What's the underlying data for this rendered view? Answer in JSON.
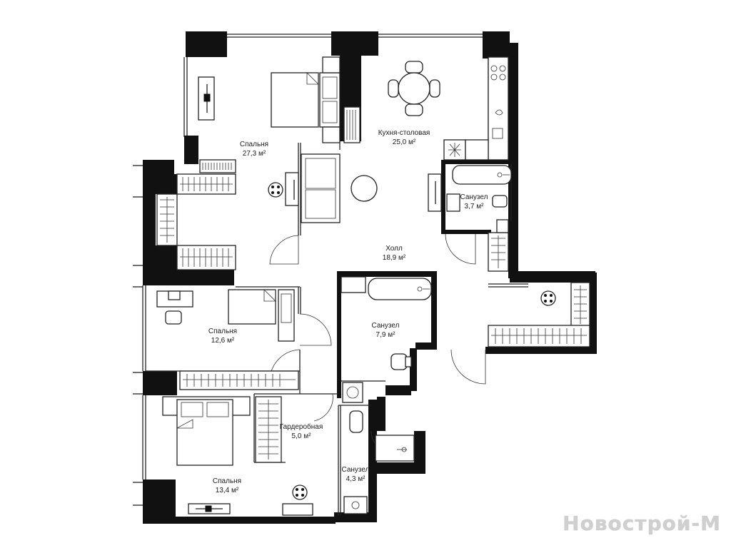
{
  "rooms": {
    "bedroom_top": {
      "name": "Спальня",
      "area": "27,3 м²"
    },
    "kitchen": {
      "name": "Кухня-столовая",
      "area": "25,0 м²"
    },
    "bath_small": {
      "name": "Санузел",
      "area": "3,7 м²"
    },
    "hall": {
      "name": "Холл",
      "area": "18,9 м²"
    },
    "bedroom_mid": {
      "name": "Спальня",
      "area": "12,6 м²"
    },
    "bath_mid": {
      "name": "Санузел",
      "area": "7,9 м²"
    },
    "wardrobe": {
      "name": "Гардеробная",
      "area": "5,0 м²"
    },
    "bedroom_bottom": {
      "name": "Спальня",
      "area": "13,4 м²"
    },
    "bath_bottom": {
      "name": "Санузел",
      "area": "4,3 м²"
    }
  },
  "watermark": "Новострой-М",
  "colors": {
    "wall": "#111111",
    "background": "#ffffff"
  }
}
